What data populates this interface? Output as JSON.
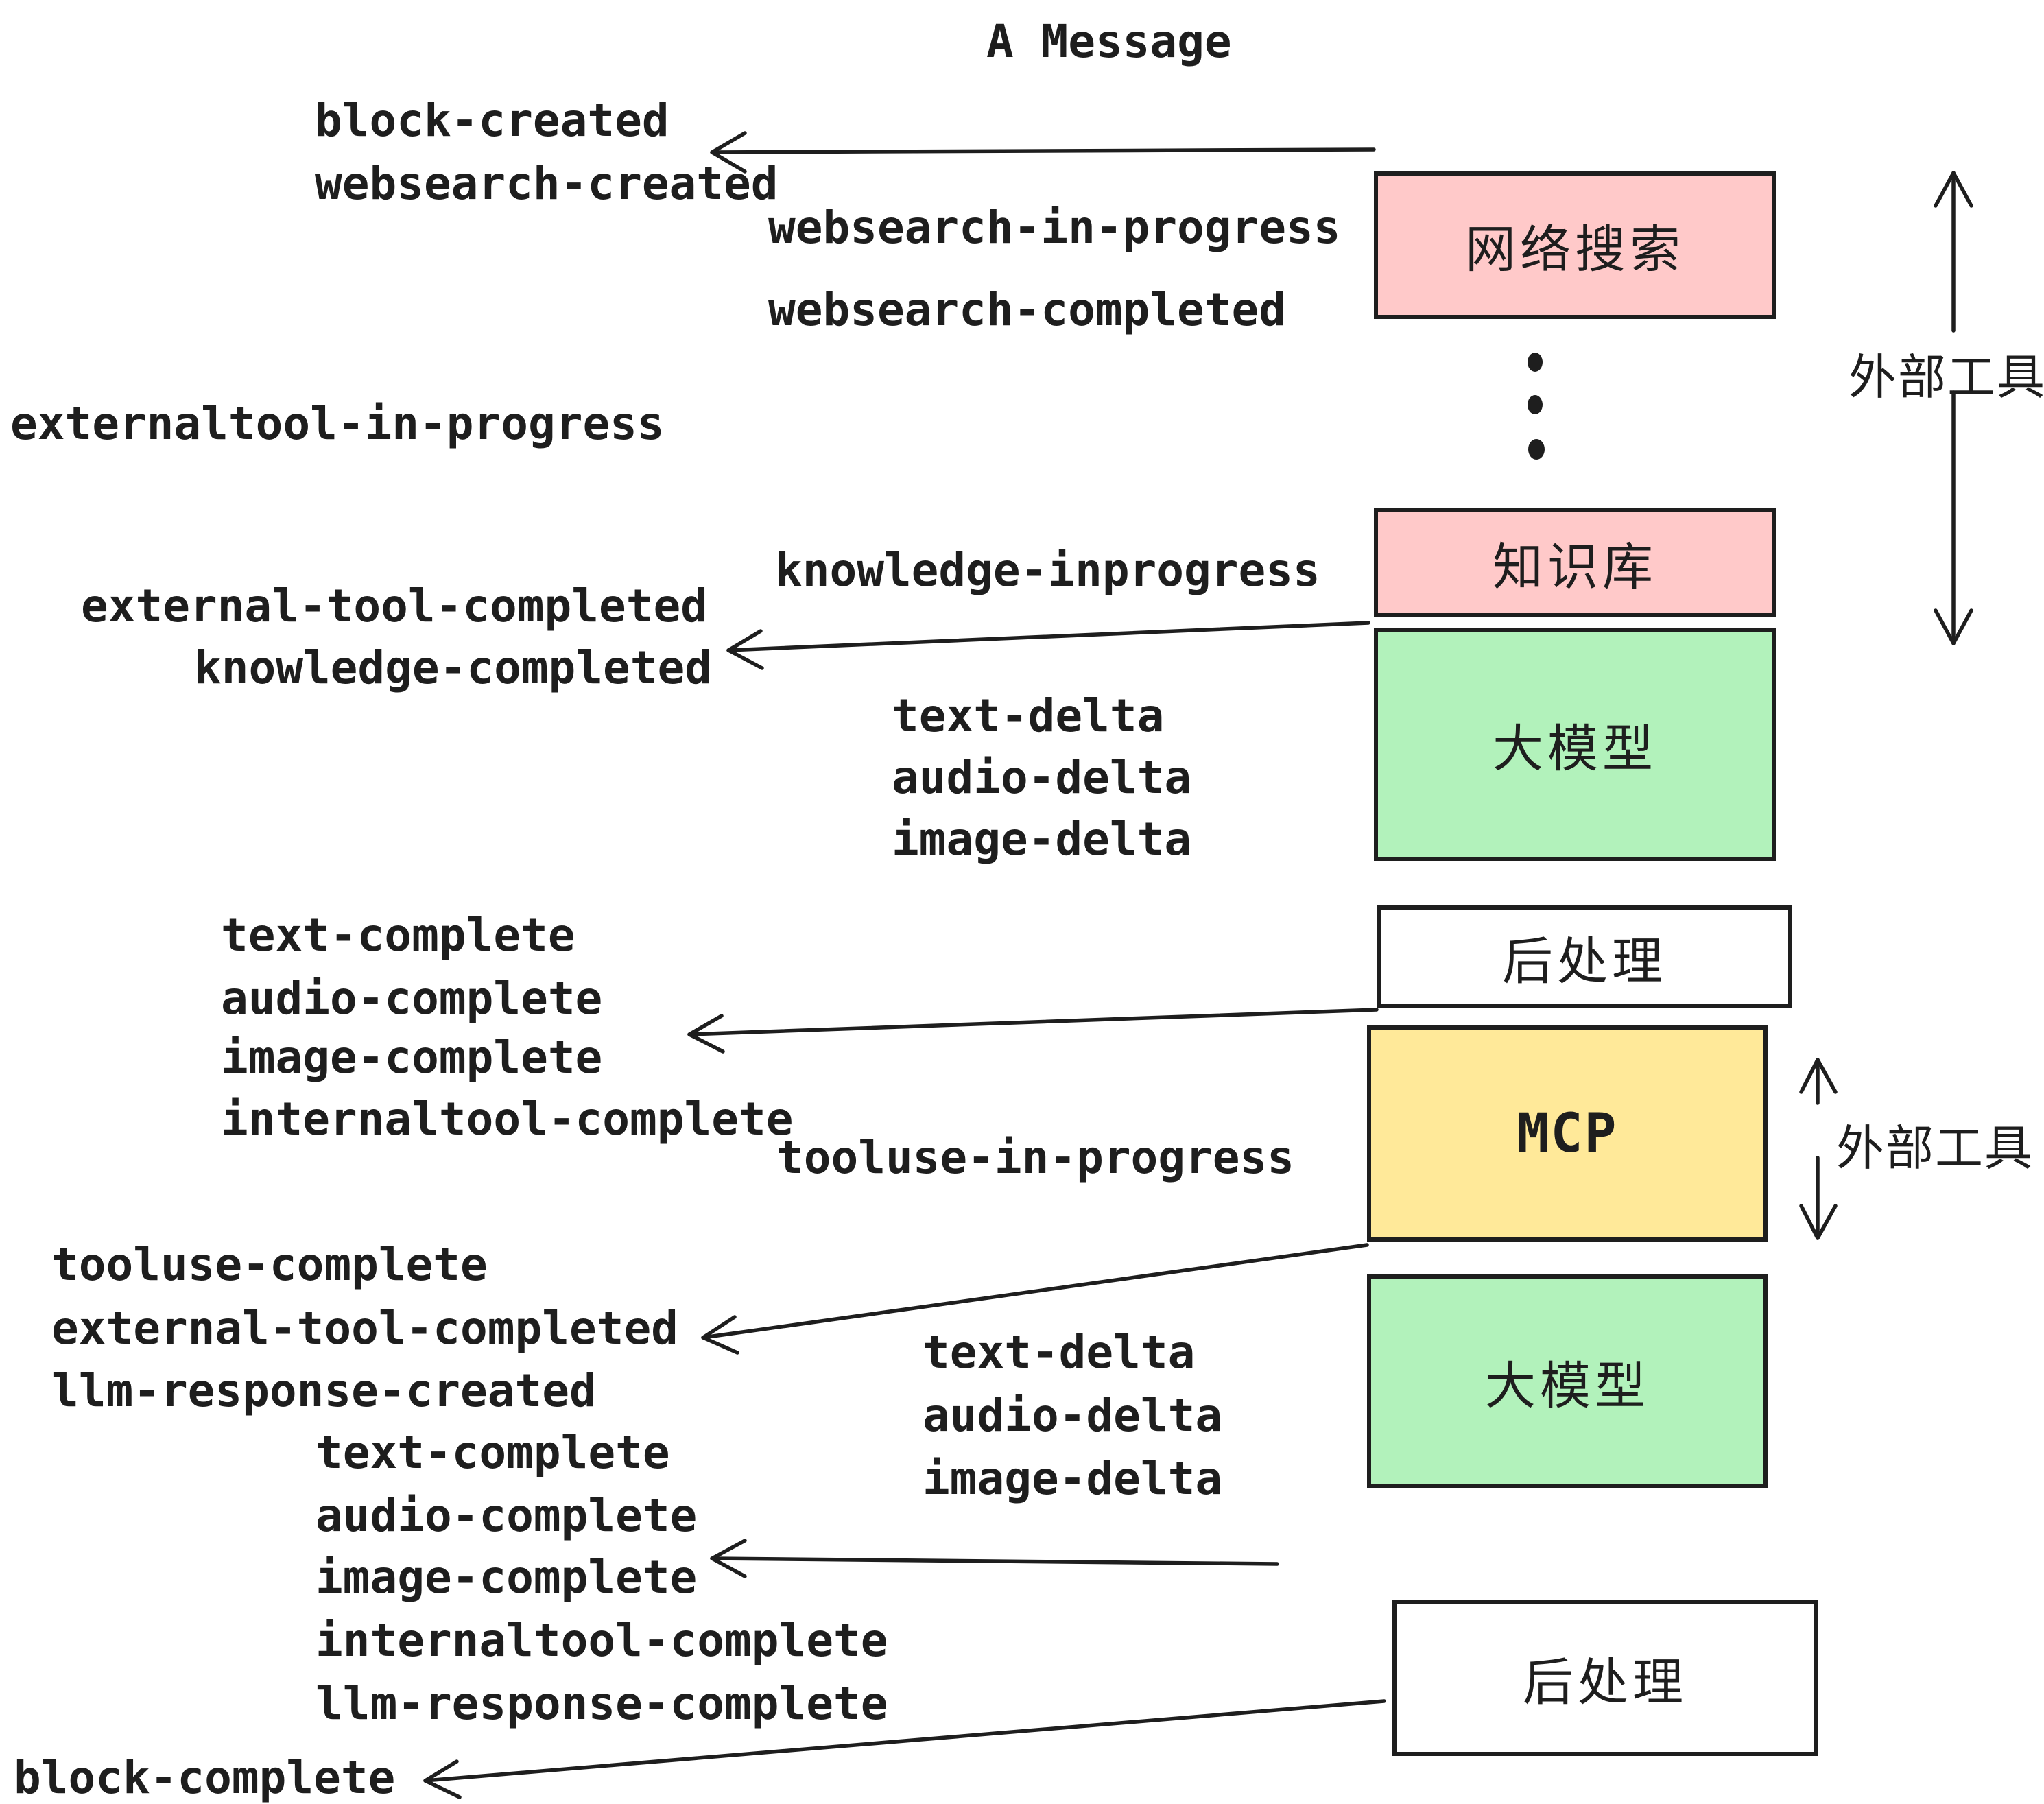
{
  "title": "A Message",
  "boxes": [
    {
      "id": "websearch",
      "label": "网络搜索",
      "fill": "#ffc9c9"
    },
    {
      "id": "knowledge",
      "label": "知识库",
      "fill": "#ffc9c9"
    },
    {
      "id": "llm1",
      "label": "大模型",
      "fill": "#b2f2bb"
    },
    {
      "id": "postprocess1",
      "label": "后处理",
      "fill": "#ffffff"
    },
    {
      "id": "mcp",
      "label": "MCP",
      "fill": "#ffe999"
    },
    {
      "id": "llm2",
      "label": "大模型",
      "fill": "#b2f2bb"
    },
    {
      "id": "postprocess2",
      "label": "后处理",
      "fill": "#ffffff"
    }
  ],
  "side_labels": {
    "external_tools_top": "外部工具",
    "external_tools_bottom": "外部工具"
  },
  "events": {
    "block_created": "block-created",
    "websearch_created": "websearch-created",
    "websearch_in_progress": "websearch-in-progress",
    "websearch_completed": "websearch-completed",
    "externaltool_in_progress": "externaltool-in-progress",
    "knowledge_inprogress": "knowledge-inprogress",
    "external_tool_completed_1": "external-tool-completed",
    "knowledge_completed": "knowledge-completed",
    "text_delta_1": "text-delta",
    "audio_delta_1": "audio-delta",
    "image_delta_1": "image-delta",
    "text_complete_1": "text-complete",
    "audio_complete_1": "audio-complete",
    "image_complete_1": "image-complete",
    "internaltool_complete_1": "internaltool-complete",
    "tooluse_in_progress": "tooluse-in-progress",
    "tooluse_complete": "tooluse-complete",
    "external_tool_completed_2": "external-tool-completed",
    "llm_response_created": "llm-response-created",
    "text_delta_2": "text-delta",
    "audio_delta_2": "audio-delta",
    "image_delta_2": "image-delta",
    "text_complete_2": "text-complete",
    "audio_complete_2": "audio-complete",
    "image_complete_2": "image-complete",
    "internaltool_complete_2": "internaltool-complete",
    "llm_response_complete": "llm-response-complete",
    "block_complete": "block-complete"
  },
  "colors": {
    "stroke": "#1e1e1e",
    "pink": "#ffc9c9",
    "green": "#b2f2bb",
    "yellow": "#ffe999",
    "background": "#ffffff"
  }
}
